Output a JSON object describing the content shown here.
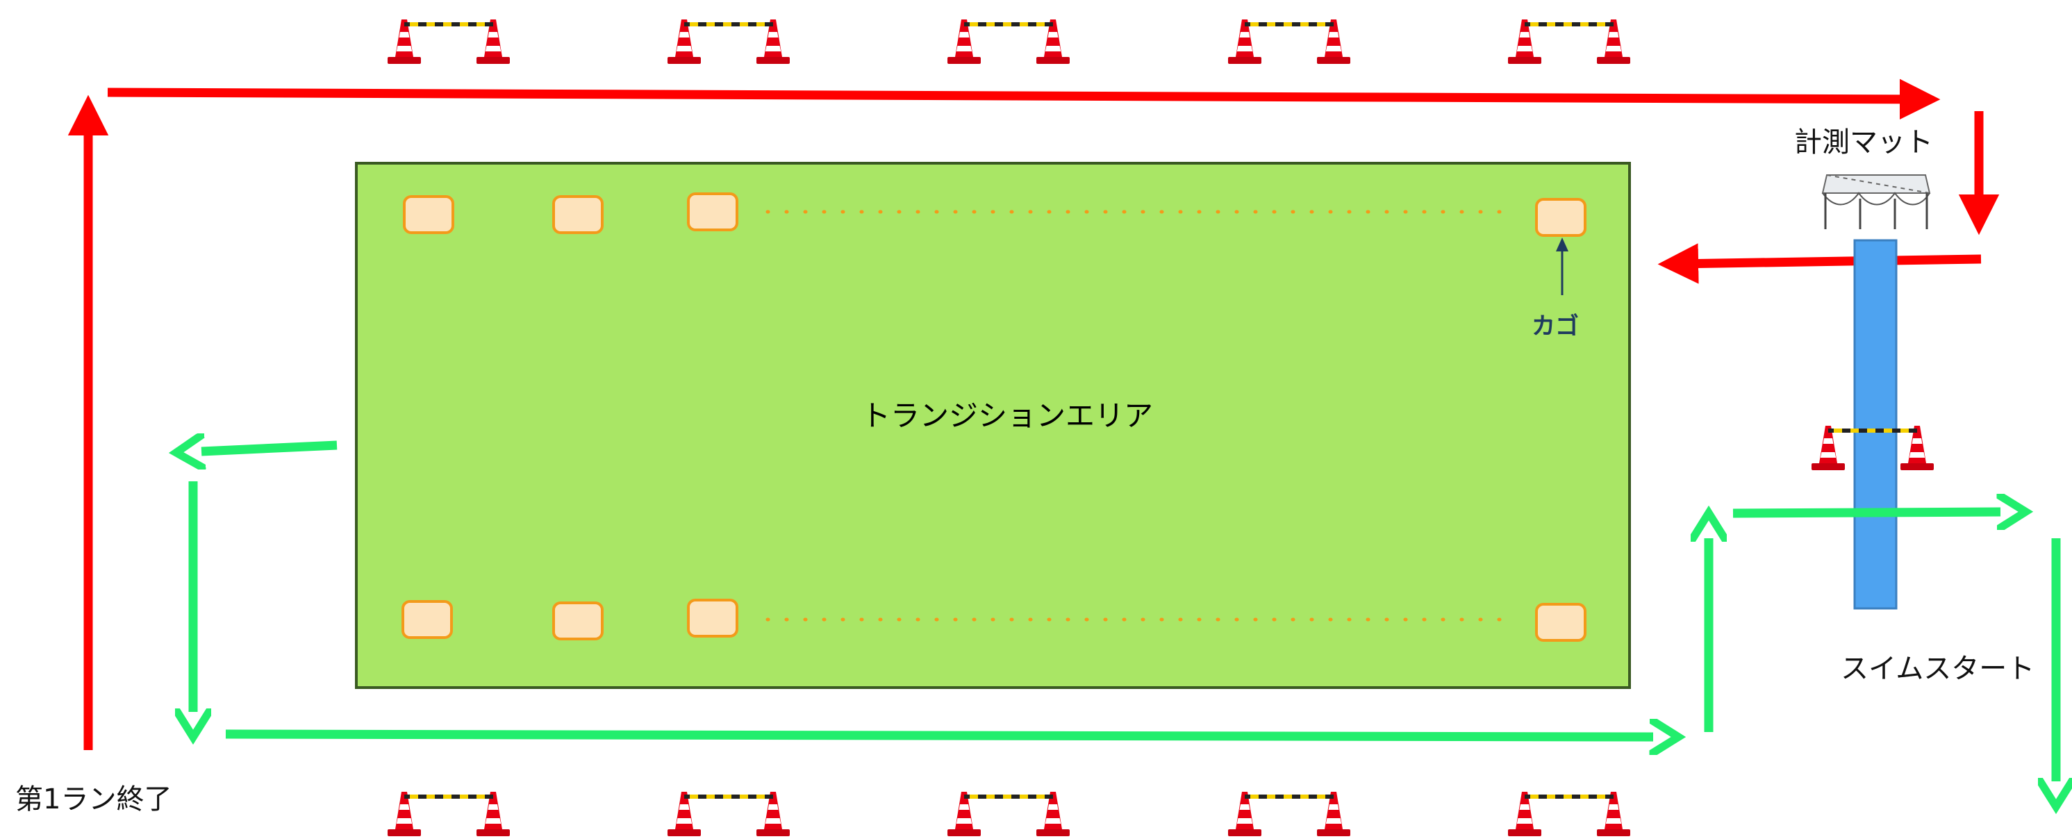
{
  "labels": {
    "transition_area": "トランジションエリア",
    "basket": "カゴ",
    "timing_mat": "計測マット",
    "swim_start": "スイムスタート",
    "first_run_end": "第1ラン終了"
  },
  "colors": {
    "area_fill": "#a9e665",
    "area_border": "#3a5a22",
    "basket_fill": "#fde3bc",
    "basket_border": "#f39a1a",
    "run_route": "#ff0000",
    "bike_route": "#22ee6d",
    "timing_strip": "#4ea3f0",
    "cone": "#e60012"
  },
  "icons": {
    "cone_pair": "traffic-cone-barrier-icon",
    "tent": "tent-icon"
  }
}
